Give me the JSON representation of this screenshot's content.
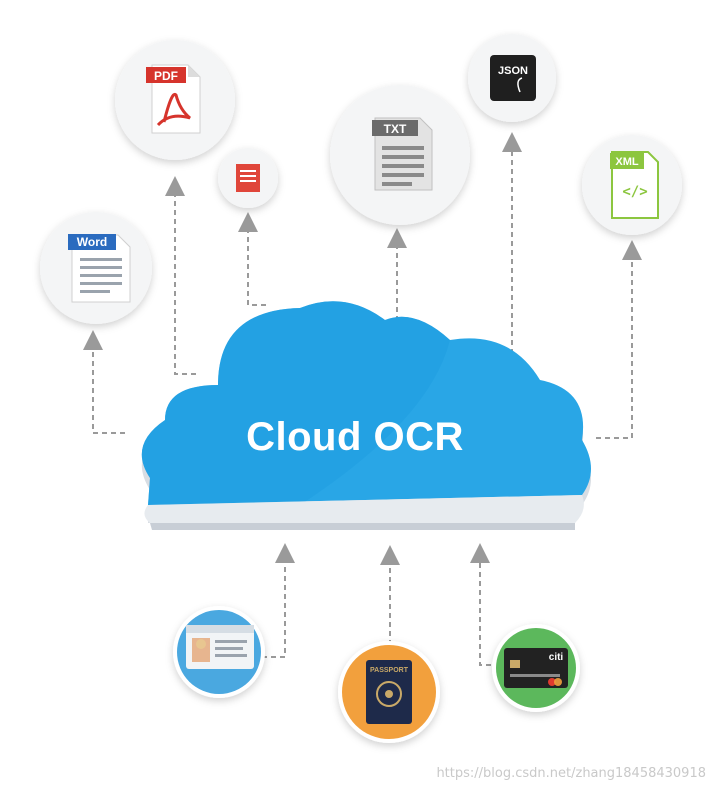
{
  "cloud": {
    "title": "Cloud OCR",
    "color": "#29a6e6"
  },
  "outputs": [
    {
      "name": "pdf",
      "label": "PDF",
      "icon": "pdf-document-icon"
    },
    {
      "name": "document",
      "icon": "red-document-icon"
    },
    {
      "name": "word",
      "label": "Word",
      "icon": "word-document-icon"
    },
    {
      "name": "txt",
      "label": "TXT",
      "icon": "txt-document-icon"
    },
    {
      "name": "json",
      "label": "JSON",
      "icon": "json-document-icon"
    },
    {
      "name": "xml",
      "label": "XML",
      "icon": "xml-document-icon"
    }
  ],
  "inputs": [
    {
      "name": "id-card",
      "icon": "id-card-icon",
      "circle_color": "#4aa8e0"
    },
    {
      "name": "passport",
      "label": "PASSPORT",
      "icon": "passport-icon",
      "circle_color": "#f2a03d"
    },
    {
      "name": "credit-card",
      "label": "citi",
      "icon": "credit-card-icon",
      "circle_color": "#5cb85c"
    }
  ],
  "watermark": "https://blog.csdn.net/zhang18458430918"
}
